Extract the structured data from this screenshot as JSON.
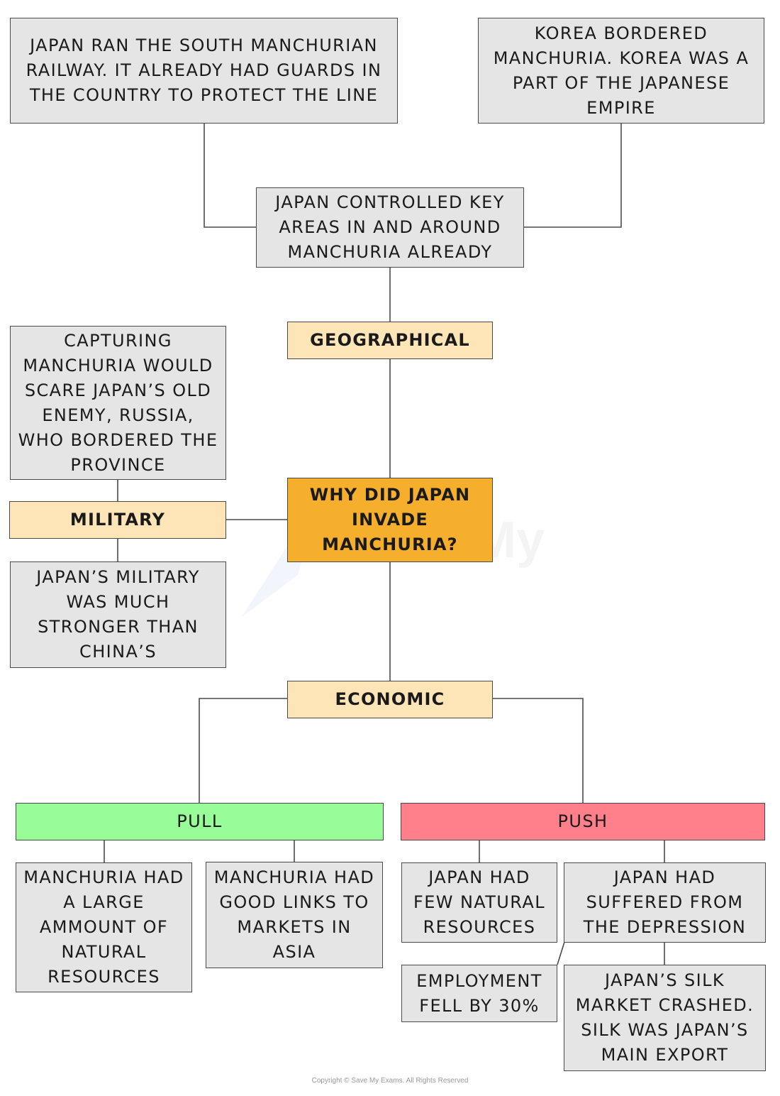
{
  "central": "WHY DID JAPAN INVADE MANCHURIA?",
  "categories": {
    "geographical": "GEOGRAPHICAL",
    "military": "MILITARY",
    "economic": "ECONOMIC",
    "pull": "PULL",
    "push": "PUSH"
  },
  "geographical": {
    "railway": "JAPAN RAN THE SOUTH MANCHURIAN RAILWAY. IT ALREADY HAD GUARDS IN THE COUNTRY TO PROTECT THE LINE",
    "korea": "KOREA BORDERED MANCHURIA. KOREA WAS A PART OF THE JAPANESE EMPIRE",
    "controlled": "JAPAN CONTROLLED KEY AREAS IN AND AROUND MANCHURIA ALREADY"
  },
  "military": {
    "russia": "CAPTURING MANCHURIA WOULD SCARE JAPAN’S OLD ENEMY, RUSSIA, WHO BORDERED THE PROVINCE",
    "stronger": "JAPAN’S MILITARY WAS MUCH STRONGER THAN CHINA’S"
  },
  "pull": {
    "resources": "MANCHURIA HAD A LARGE AMMOUNT OF NATURAL RESOURCES",
    "markets": "MANCHURIA HAD GOOD LINKS TO MARKETS IN ASIA"
  },
  "push": {
    "few_resources": "JAPAN HAD FEW NATURAL RESOURCES",
    "depression": "JAPAN HAD SUFFERED FROM THE DEPRESSION",
    "employment": "EMPLOYMENT FELL BY 30%",
    "silk": "JAPAN’S SILK MARKET CRASHED. SILK WAS JAPAN’S MAIN EXPORT"
  },
  "watermark": "Save My Exams",
  "copyright": "Copyright © Save My Exams. All Rights Reserved",
  "colors": {
    "info": "#e5e5e5",
    "category": "#fde5b8",
    "central": "#f6ae2d",
    "pull": "#98fc98",
    "push": "#ff7f8a",
    "line": "#4a4a4a"
  }
}
